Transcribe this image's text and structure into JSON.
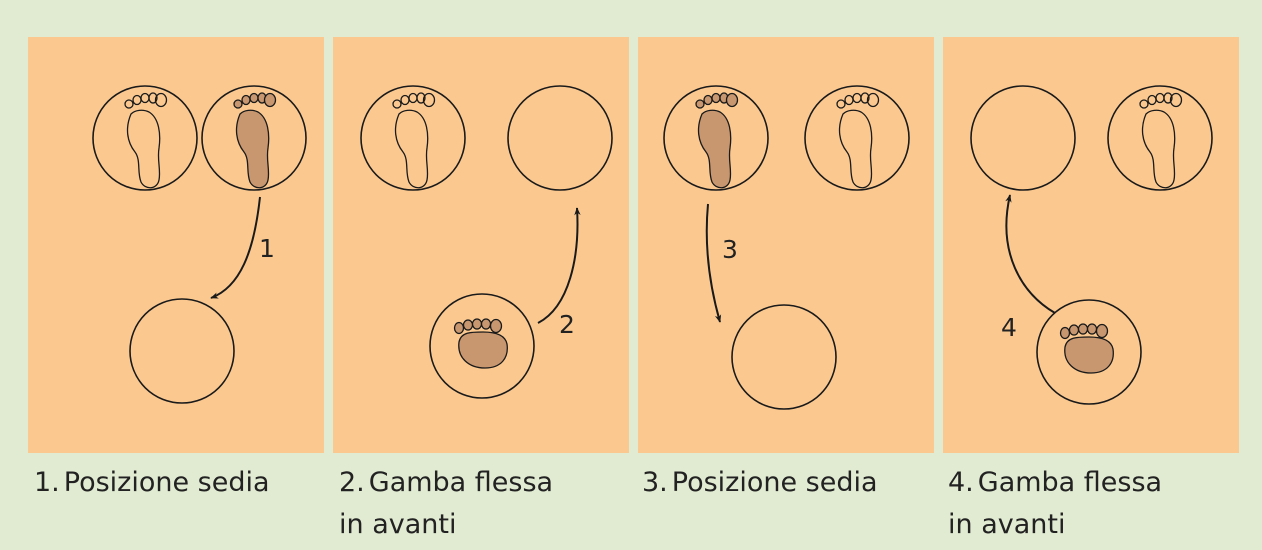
{
  "colors": {
    "background": "#e1ebd2",
    "panel": "#fbc990",
    "foot_filled": "#c89770",
    "stroke": "#1a1a1a"
  },
  "panels": [
    {
      "number": "1.",
      "caption": "Posizione sedia",
      "step_label": "1",
      "circles": [
        "empty-foot-outline",
        "filled-foot",
        "empty"
      ]
    },
    {
      "number": "2.",
      "caption_line1": "Gamba flessa",
      "caption_line2": "in avanti",
      "step_label": "2",
      "circles": [
        "empty-foot-outline",
        "empty",
        "filled-forefoot"
      ]
    },
    {
      "number": "3.",
      "caption": "Posizione sedia",
      "step_label": "3",
      "circles": [
        "filled-foot",
        "empty-foot-outline",
        "empty"
      ]
    },
    {
      "number": "4.",
      "caption_line1": "Gamba flessa",
      "caption_line2": "in avanti",
      "step_label": "4",
      "circles": [
        "empty",
        "empty-foot-outline",
        "filled-forefoot"
      ]
    }
  ]
}
